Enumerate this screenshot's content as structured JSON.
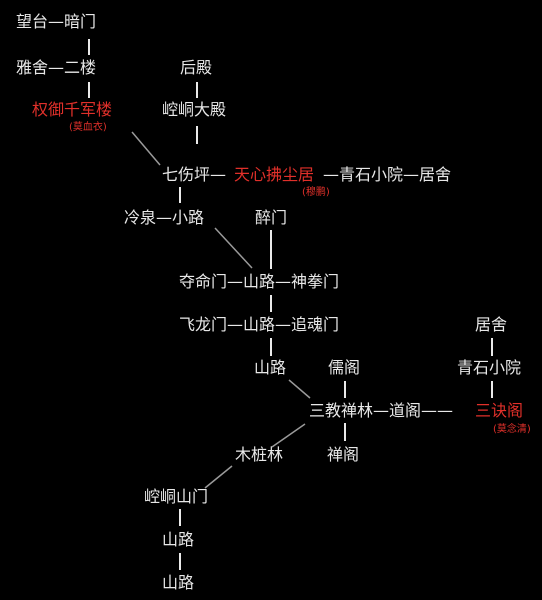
{
  "colors": {
    "background": "#000000",
    "text": "#e8e8e8",
    "highlight": "#e0302a",
    "connector": "#9a9a9a"
  },
  "rows": {
    "r1": "望台—暗门",
    "r2a": "雅舍—二楼",
    "r2b": "后殿",
    "r3a": "权御千军楼",
    "r3a_note": "(莫血衣)",
    "r3b": "崆峒大殿",
    "r4a": "七伤坪—",
    "r4b": "天心拂尘居",
    "r4b_note": "(穆鹏)",
    "r4c": "—青石小院—居舍",
    "r5a": "冷泉—小路",
    "r5b": "醉门",
    "r6": "夺命门—山路—神拳门",
    "r7a": "飞龙门—山路—追魂门",
    "r7b": "居舍",
    "r8a": "山路",
    "r8b": "儒阁",
    "r8c": "青石小院",
    "r9a": "三教禅林—道阁——",
    "r9b": "三诀阁",
    "r9b_note": "(莫念清)",
    "r10a": "木桩林",
    "r10b": "禅阁",
    "r11": "崆峒山门",
    "r12": "山路",
    "r13": "山路"
  }
}
